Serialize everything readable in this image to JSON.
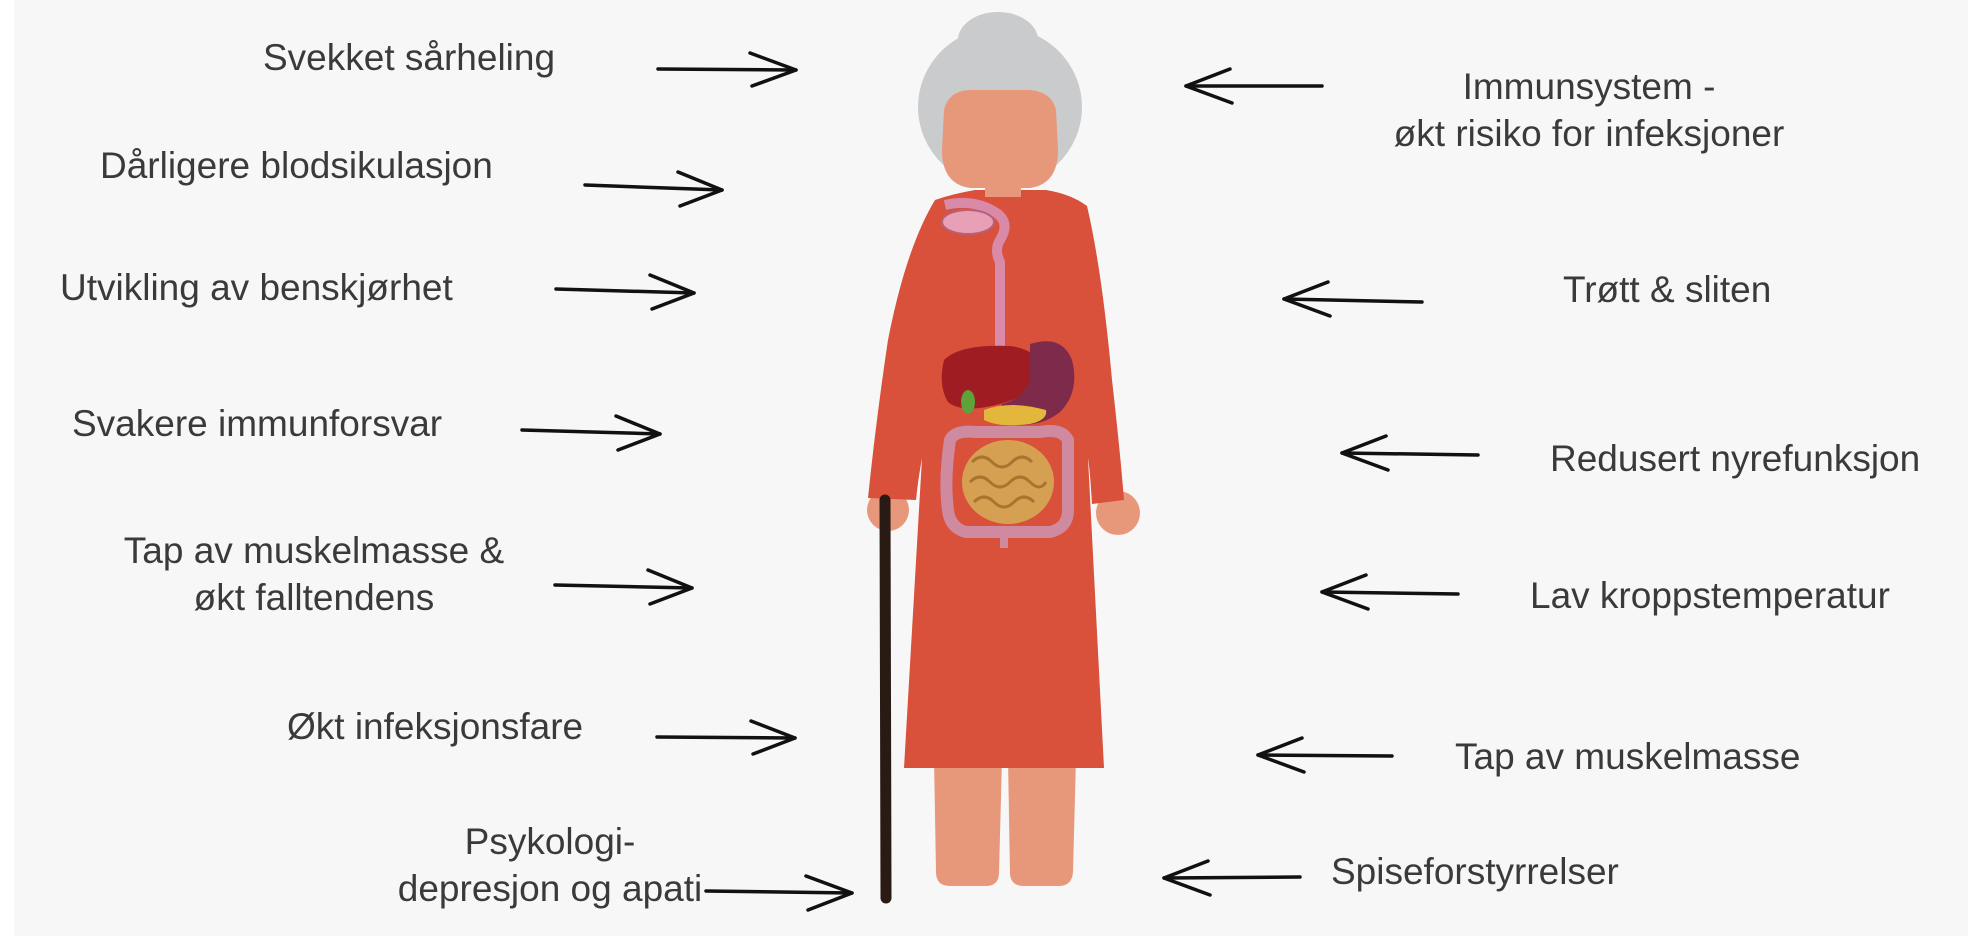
{
  "left_labels": [
    {
      "lines": [
        "Svekket sårheling"
      ]
    },
    {
      "lines": [
        "Dårligere blodsikulasjon"
      ]
    },
    {
      "lines": [
        "Utvikling av benskjørhet"
      ]
    },
    {
      "lines": [
        "Svakere immunforsvar"
      ]
    },
    {
      "lines": [
        "Tap av muskelmasse &",
        "økt falltendens"
      ]
    },
    {
      "lines": [
        "Økt infeksjonsfare"
      ]
    },
    {
      "lines": [
        "Psykologi-",
        "depresjon og apati"
      ]
    }
  ],
  "right_labels": [
    {
      "lines": [
        "Immunsystem -",
        "økt risiko for infeksjoner"
      ]
    },
    {
      "lines": [
        "Trøtt & sliten"
      ]
    },
    {
      "lines": [
        "Redusert nyrefunksjon"
      ]
    },
    {
      "lines": [
        "Lav kroppstemperatur"
      ]
    },
    {
      "lines": [
        "Tap av muskelmasse"
      ]
    },
    {
      "lines": [
        "Spiseforstyrrelser"
      ]
    }
  ],
  "colors": {
    "background": "#f7f7f7",
    "text": "#3a3a3a",
    "arrow": "#111111",
    "dress": "#d9503b",
    "skin": "#e8987a",
    "hair": "#c9cbcc",
    "cane": "#2a1a14",
    "liver": "#9e1c22",
    "stomach": "#7e2a4a",
    "intestine": "#d6a052"
  }
}
